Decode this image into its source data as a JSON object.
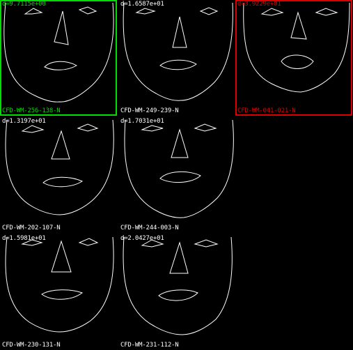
{
  "colors": {
    "background": "#000000",
    "stroke": "#ffffff",
    "highlight_green": "#00dd00",
    "highlight_red": "#dd0000"
  },
  "tiles": [
    {
      "distance": "d=9.7115e+00",
      "name": "CFD-WM-256-138-N",
      "highlight": "green"
    },
    {
      "distance": "d=1.6587e+01",
      "name": "CFD-WM-249-239-N",
      "highlight": "none"
    },
    {
      "distance": "d=3.9229e+01",
      "name": "CFD-WM-041-021-N",
      "highlight": "red"
    },
    {
      "distance": "d=1.3197e+01",
      "name": "CFD-WM-202-107-N",
      "highlight": "none"
    },
    {
      "distance": "d=1.7031e+01",
      "name": "CFD-WM-244-003-N",
      "highlight": "none"
    },
    {
      "distance": "d=1.5981e+01",
      "name": "CFD-WM-230-131-N",
      "highlight": "none"
    },
    {
      "distance": "d=2.0427e+01",
      "name": "CFD-WM-231-112-N",
      "highlight": "none"
    }
  ]
}
